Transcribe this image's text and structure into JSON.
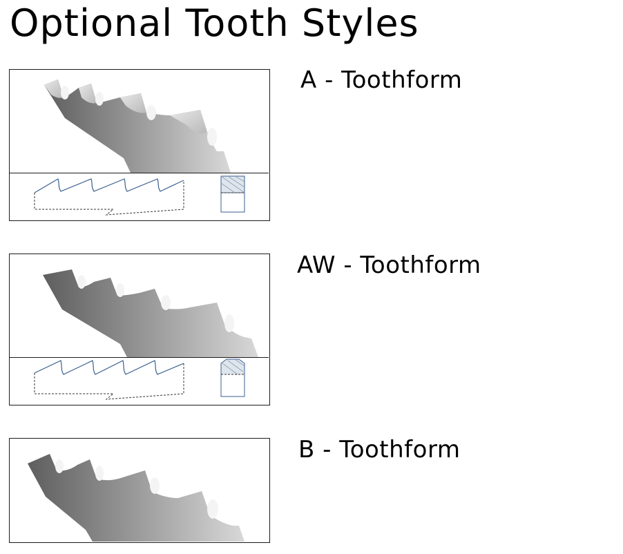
{
  "title": "Optional Tooth Styles",
  "sections": [
    {
      "label": "A - Toothform"
    },
    {
      "label": "AW - Toothform"
    },
    {
      "label": "B - Toothform"
    }
  ]
}
